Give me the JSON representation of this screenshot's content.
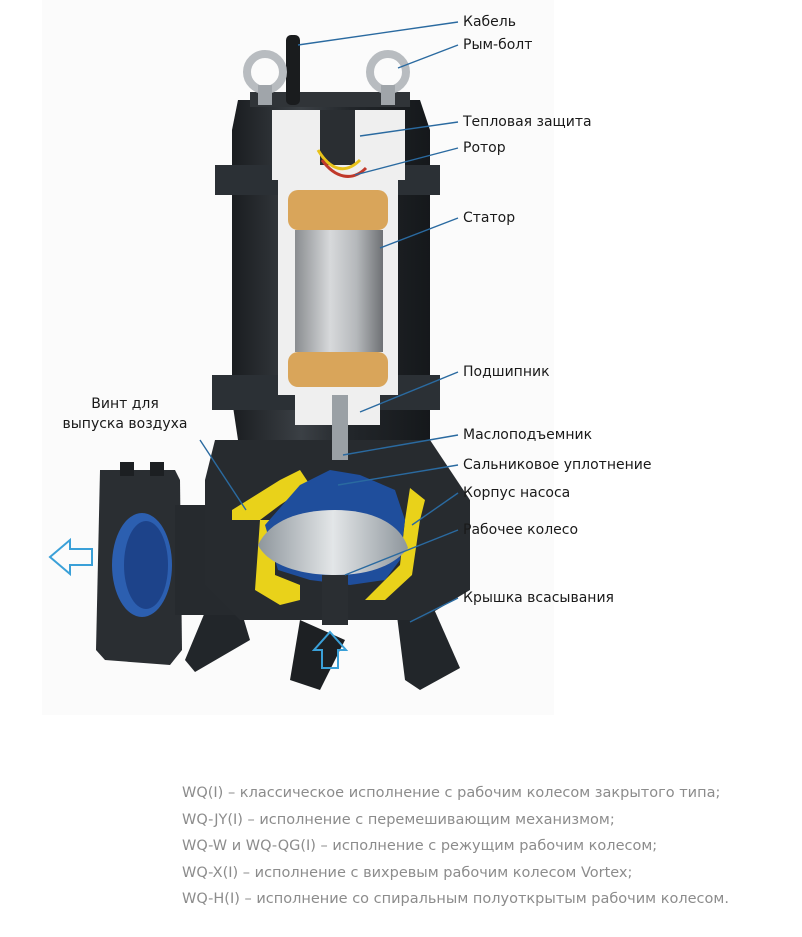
{
  "callouts": [
    {
      "id": "cable",
      "label": "Кабель"
    },
    {
      "id": "eyebolt",
      "label": "Рым-болт"
    },
    {
      "id": "thermal",
      "label": "Тепловая защита"
    },
    {
      "id": "rotor",
      "label": "Ротор"
    },
    {
      "id": "stator",
      "label": "Статор"
    },
    {
      "id": "bearing",
      "label": "Подшипник"
    },
    {
      "id": "oil-lifter",
      "label": "Маслоподъемник"
    },
    {
      "id": "gland-seal",
      "label": "Сальниковое уплотнение"
    },
    {
      "id": "pump-housing",
      "label": "Корпус насоса"
    },
    {
      "id": "impeller",
      "label": "Рабочее колесо"
    },
    {
      "id": "suction-cover",
      "label": "Крышка всасывания"
    }
  ],
  "air_release": {
    "line1": "Винт для",
    "line2": "выпуска воздуха"
  },
  "variants": [
    "WQ(I) – классическое исполнение с рабочим колесом закрытого типа;",
    "WQ-JY(I) – исполнение с перемешивающим механизмом;",
    "WQ-W и WQ-QG(I) – исполнение с режущим рабочим колесом;",
    "WQ-X(I) – исполнение с вихревым рабочим колесом Vortex;",
    "WQ-H(I) – исполнение со спиральным полуоткрытым рабочим колесом."
  ],
  "colors": {
    "leader_line": "#2a6aa0",
    "flow_arrow": "#3aa0d8",
    "cast_iron": "#2b2f33",
    "yellow_section": "#e9d21a",
    "blue_section": "#1f4e9c",
    "stator_steel": "#b9bcbf",
    "copper_winding": "#d9a55a"
  }
}
